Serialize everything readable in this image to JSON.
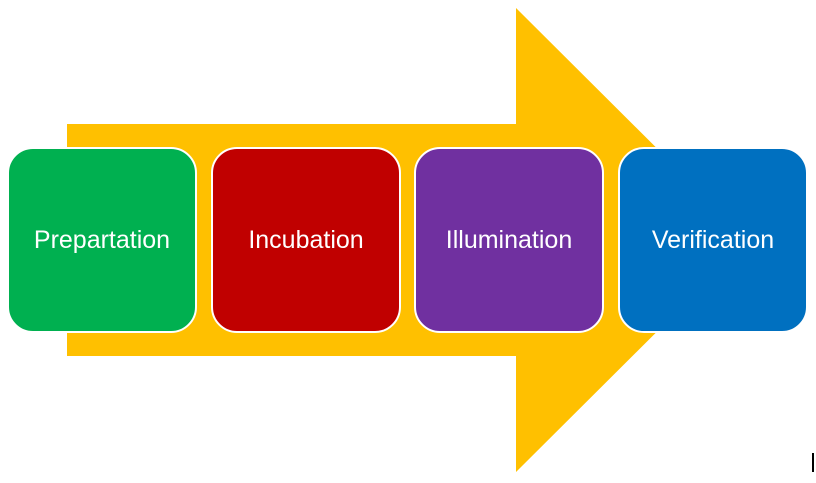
{
  "diagram": {
    "arrow_color": "#FFC000",
    "steps": [
      {
        "label": "Prepartation",
        "color": "#00B050"
      },
      {
        "label": "Incubation",
        "color": "#C00000"
      },
      {
        "label": "Illumination",
        "color": "#7030A0"
      },
      {
        "label": "Verification",
        "color": "#0070C0"
      }
    ]
  }
}
